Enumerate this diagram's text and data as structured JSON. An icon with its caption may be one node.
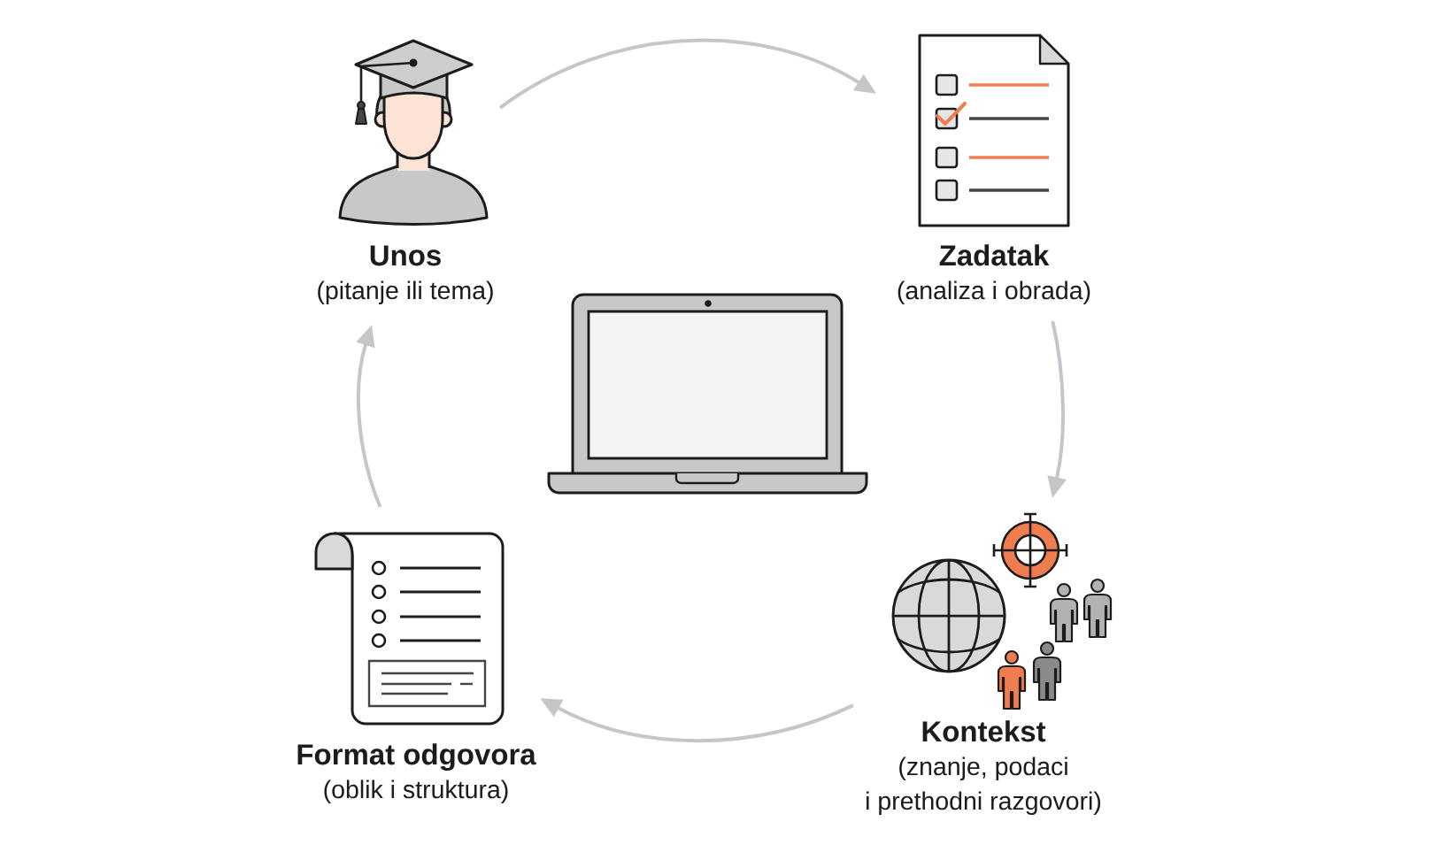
{
  "diagram": {
    "nodes": [
      {
        "text": [
          "Unos",
          "(pitanje ili tema)"
        ]
      },
      {
        "text": [
          "Zadatak",
          "(analiza i obrada)"
        ]
      },
      {
        "text": [],
        "shape": "picture"
      },
      {
        "text": [
          "Format odgovora",
          "(oblik i struktura)"
        ]
      },
      {
        "text": [
          "Kontekst",
          "(znanje, podaci i prethodni razgovori)"
        ]
      }
    ],
    "edges": [
      {
        "from": 0,
        "to": 1,
        "arrow": "to"
      },
      {
        "from": 1,
        "to": 4,
        "arrow": "to"
      },
      {
        "from": 4,
        "to": 3,
        "arrow": "to"
      },
      {
        "from": 3,
        "to": 0,
        "arrow": "to"
      }
    ]
  }
}
